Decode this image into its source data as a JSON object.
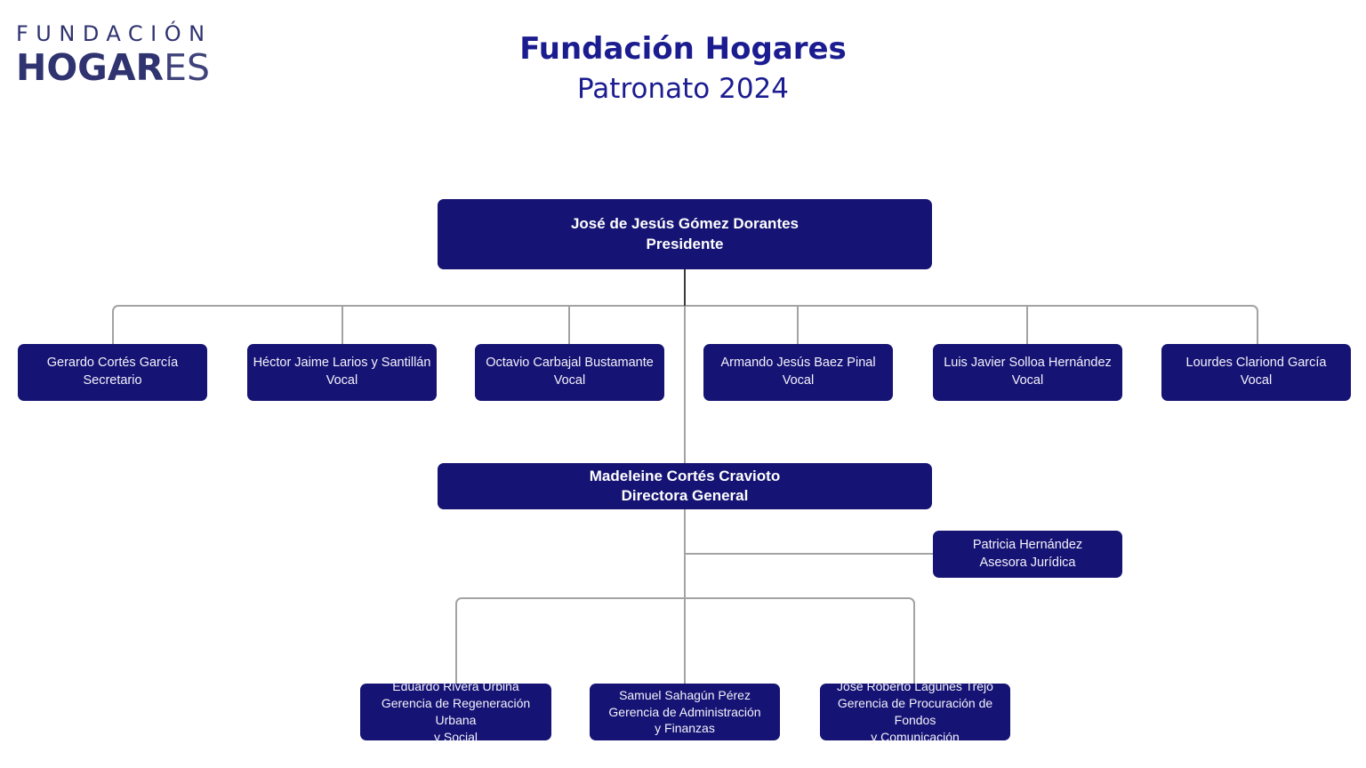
{
  "logo": {
    "line1": "FUNDACIÓN",
    "line2_bold": "HOGAR",
    "line2_light": "ES"
  },
  "header": {
    "title": "Fundación Hogares",
    "subtitle": "Patronato 2024"
  },
  "org_chart": {
    "president": {
      "name": "José de Jesús Gómez Dorantes",
      "role": "Presidente"
    },
    "board": [
      {
        "name": "Gerardo Cortés García",
        "role": "Secretario"
      },
      {
        "name": "Héctor Jaime Larios y Santillán",
        "role": "Vocal"
      },
      {
        "name": "Octavio Carbajal Bustamante",
        "role": "Vocal"
      },
      {
        "name": "Armando Jesús Baez Pinal",
        "role": "Vocal"
      },
      {
        "name": "Luis Javier Solloa Hernández",
        "role": "Vocal"
      },
      {
        "name": "Lourdes Clariond García",
        "role": "Vocal"
      }
    ],
    "director": {
      "name": "Madeleine Cortés Cravioto",
      "role": "Directora General"
    },
    "advisor": {
      "name": "Patricia Hernández",
      "role": "Asesora Jurídica"
    },
    "management": [
      {
        "name": "Eduardo Rivera Urbina",
        "role_lines": [
          "Gerencia de Regeneración Urbana",
          "y Social"
        ]
      },
      {
        "name": "Samuel Sahagún Pérez",
        "role_lines": [
          "Gerencia de Administración",
          "y Finanzas"
        ]
      },
      {
        "name": "José Roberto Lagunes Trejo",
        "role_lines": [
          "Gerencia de Procuración de Fondos",
          "y Comunicación"
        ]
      }
    ]
  },
  "colors": {
    "node_fill": "#151373",
    "node_text": "#f4f2fb",
    "title_text": "#1b1c90",
    "logo_text": "#2f3370",
    "connector": "#a3a3a3",
    "connector_dark": "#3a3a3a",
    "background": "#ffffff"
  }
}
